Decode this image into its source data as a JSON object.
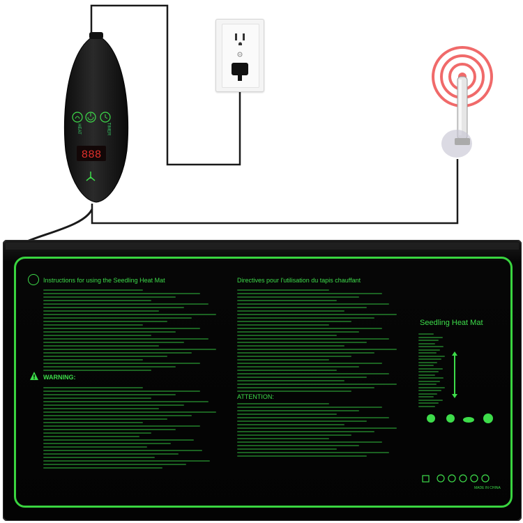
{
  "colors": {
    "mat_green": "#3ddc4a",
    "mat_black": "#050505",
    "cable": "#1a1a1a",
    "signal_ring": "#f06a6a",
    "background": "#ffffff"
  },
  "controller": {
    "display_value": "888",
    "label_heat": "HEAT",
    "label_timer": "TIMER",
    "icons": [
      "power-icon",
      "heat-icon",
      "timer-icon",
      "leaf-logo-icon"
    ]
  },
  "mat": {
    "instructions_title_en": "Instructions for using the Seedling Heat Mat",
    "instructions_title_fr": "Directives pour l'utilisation du tapis chauffant",
    "warning_title": "WARNING:",
    "attention_title": "ATTENTION:",
    "side_title": "Seedling Heat Mat",
    "made_in": "MADE IN CHINA"
  },
  "icons": [
    "wall-outlet-icon",
    "plug-icon",
    "temperature-probe-icon",
    "suction-cup-icon",
    "signal-rings-icon",
    "hazard-triangle-icon",
    "info-circle-icon"
  ]
}
